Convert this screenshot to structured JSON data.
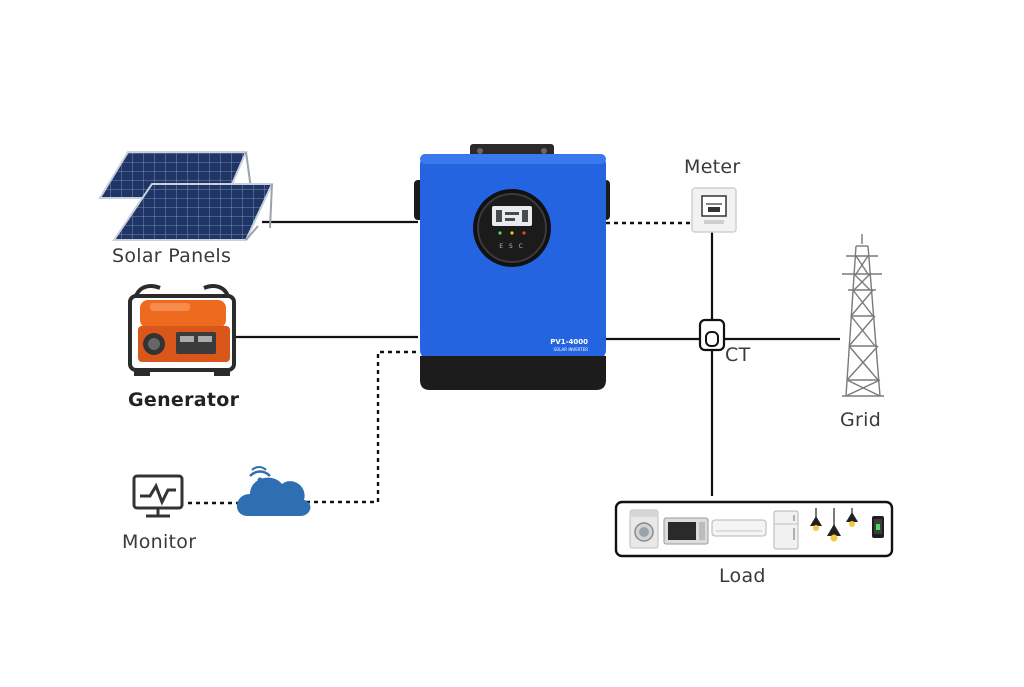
{
  "labels": {
    "solar_panels": "Solar Panels",
    "generator": "Generator",
    "monitor": "Monitor",
    "meter": "Meter",
    "ct": "CT",
    "grid": "Grid",
    "load": "Load"
  },
  "inverter": {
    "model": "PV1-4000",
    "subtitle": "SOLAR INVERTER",
    "display_buttons": "E S C",
    "body_color": "#2464e0",
    "base_color": "#1c1c1c"
  },
  "colors": {
    "line": "#111111",
    "solar_panel": "#1f3566",
    "generator": "#ee6a1f",
    "cloud": "#2f6eb0",
    "tower": "#7a7a7a"
  }
}
